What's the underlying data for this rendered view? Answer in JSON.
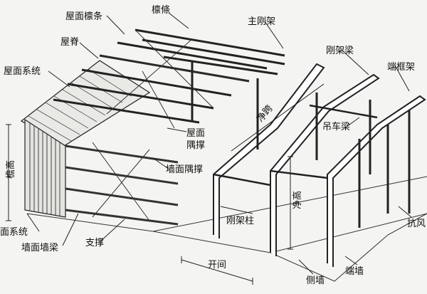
{
  "labels": {
    "roof_purlin": "屋面檩条",
    "purlin": "檩條",
    "main_frame": "主刚架",
    "ridge": "屋脊",
    "frame_beam": "刚架梁",
    "end_frame": "端框架",
    "roof_system": "屋面系统",
    "clear_span": "净跨",
    "crane_beam": "吊车梁",
    "roof_bracing": "屋面\n隅撑",
    "wall_bracing": "墙面隅撑",
    "eave_height": "檐高",
    "clear_height": "净高",
    "frame_column": "刚架柱",
    "wall_system": "面系统",
    "wall_girt": "墙面墙梁",
    "brace": "支撑",
    "gable_column": "抗风",
    "bay": "开间",
    "side_wall": "侧墙",
    "end_wall": "端墙"
  }
}
